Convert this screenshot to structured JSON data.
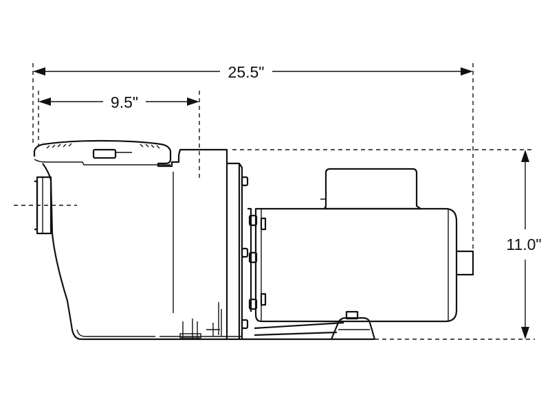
{
  "dimensions": {
    "overall_length": "25.5\"",
    "basket_length": "9.5\"",
    "overall_height": "11.0\""
  }
}
